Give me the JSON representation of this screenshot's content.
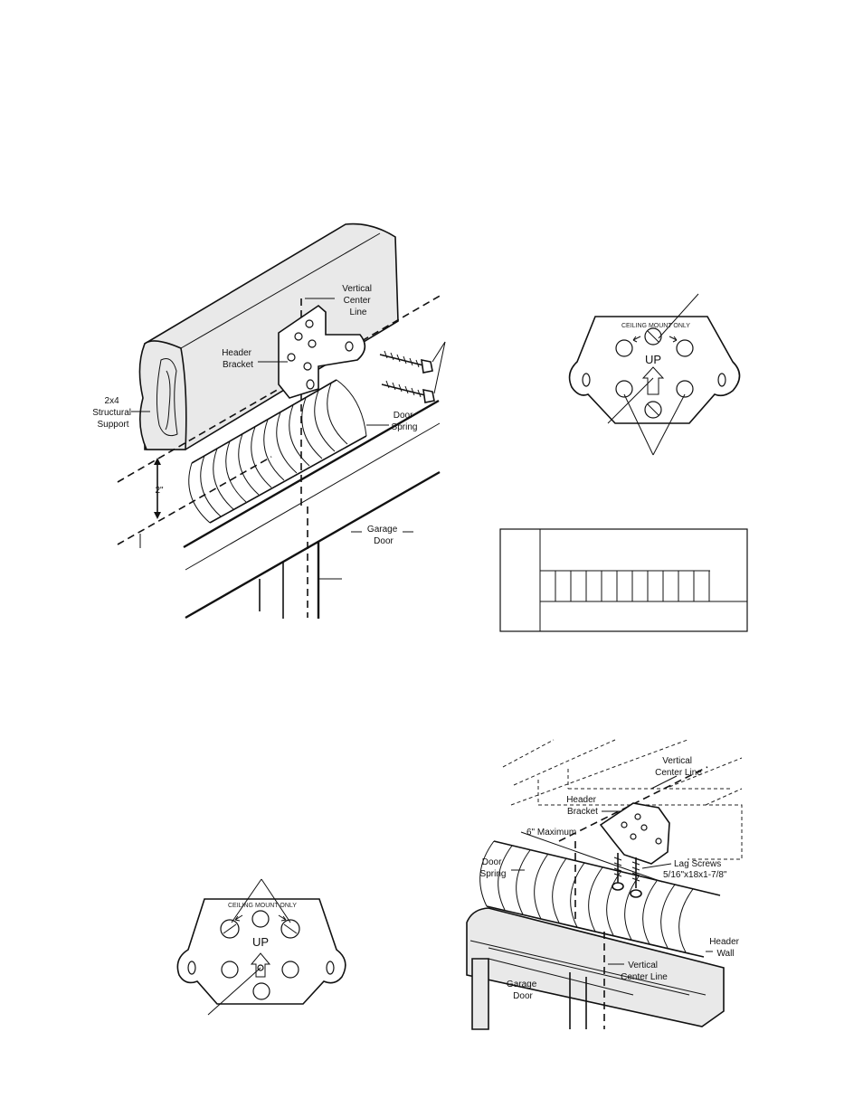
{
  "figure1": {
    "vertical_center_line_label": [
      "Vertical",
      "Center",
      "Line"
    ],
    "header_bracket_label": [
      "Header",
      "Bracket"
    ],
    "structural_support_label": [
      "2x4",
      "Structural",
      "Support"
    ],
    "door_spring_label": [
      "Door",
      "Spring"
    ],
    "dimension_label": "2\"",
    "garage_door_label": [
      "Garage",
      "Door"
    ]
  },
  "bracket_top_right": {
    "stamp_text": "CEILING MOUNT ONLY",
    "up_text": "UP"
  },
  "table": {
    "columns": 11
  },
  "bracket_bottom_left": {
    "stamp_text": "CEILING MOUNT ONLY",
    "up_text": "UP"
  },
  "figure2": {
    "vertical_center_line_top_label": [
      "Vertical",
      "Center Line"
    ],
    "header_bracket_label": [
      "Header",
      "Bracket"
    ],
    "max_label": "6\" Maximum",
    "door_spring_label": [
      "Door",
      "Spring"
    ],
    "lag_screws_label": [
      "Lag Screws",
      "5/16\"x18x1-7/8\""
    ],
    "header_wall_label": [
      "Header",
      "Wall"
    ],
    "vertical_center_line_bottom_label": [
      "Vertical",
      "Center Line"
    ],
    "garage_door_label": [
      "Garage",
      "Door"
    ]
  }
}
